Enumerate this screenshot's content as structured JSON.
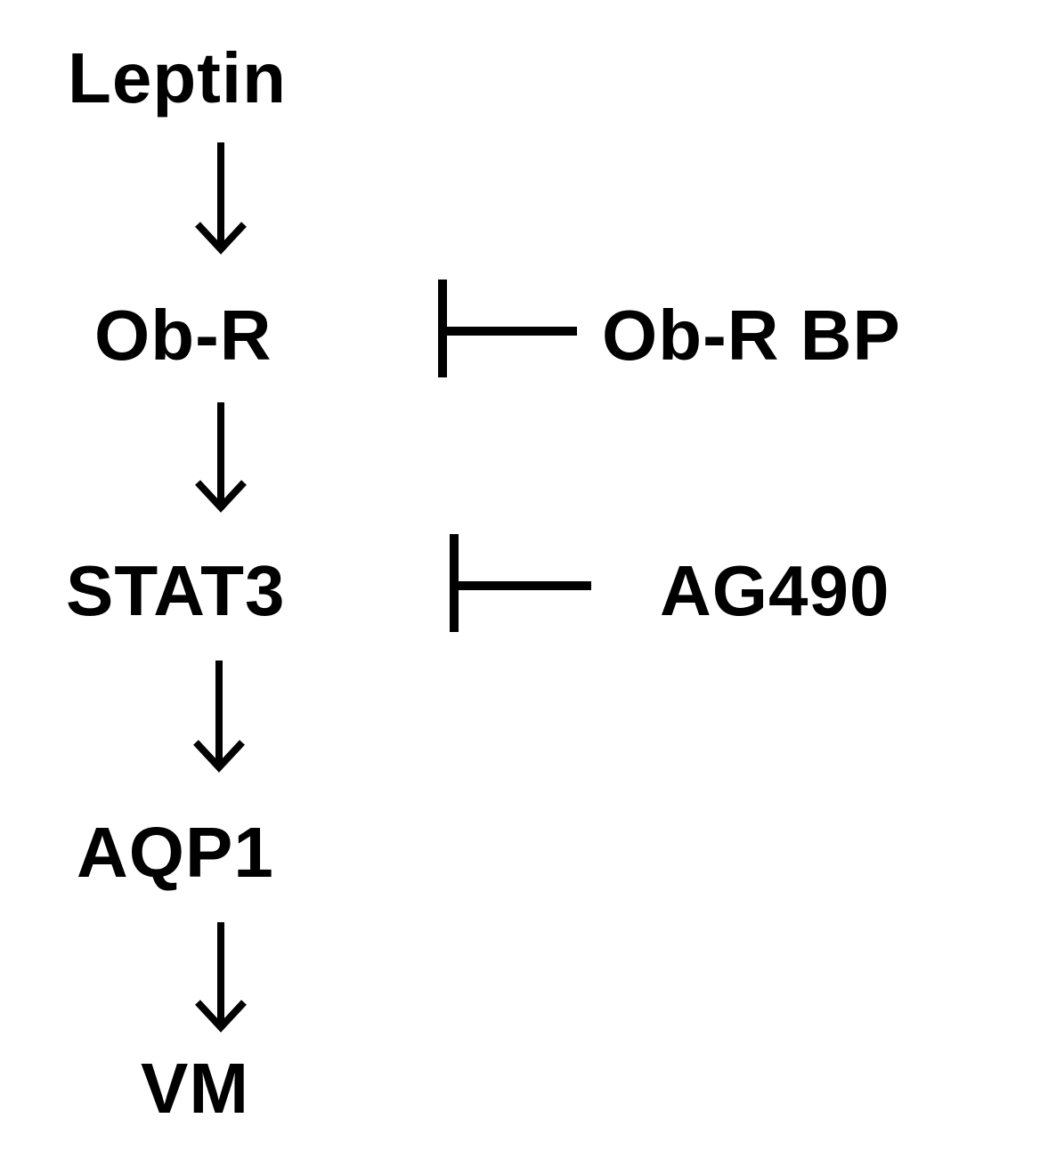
{
  "diagram": {
    "nodes": {
      "leptin": "Leptin",
      "obr": "Ob-R",
      "obr_bp": "Ob-R BP",
      "stat3": "STAT3",
      "ag490": "AG490",
      "aqp1": "AQP1",
      "vm": "VM"
    },
    "edges": [
      {
        "from": "Leptin",
        "to": "Ob-R",
        "type": "activation"
      },
      {
        "from": "Ob-R",
        "to": "STAT3",
        "type": "activation"
      },
      {
        "from": "STAT3",
        "to": "AQP1",
        "type": "activation"
      },
      {
        "from": "AQP1",
        "to": "VM",
        "type": "activation"
      },
      {
        "from": "Ob-R BP",
        "to": "Ob-R",
        "type": "inhibition"
      },
      {
        "from": "AG490",
        "to": "STAT3",
        "type": "inhibition"
      }
    ],
    "colors": {
      "foreground": "#000000",
      "background": "#ffffff"
    }
  }
}
